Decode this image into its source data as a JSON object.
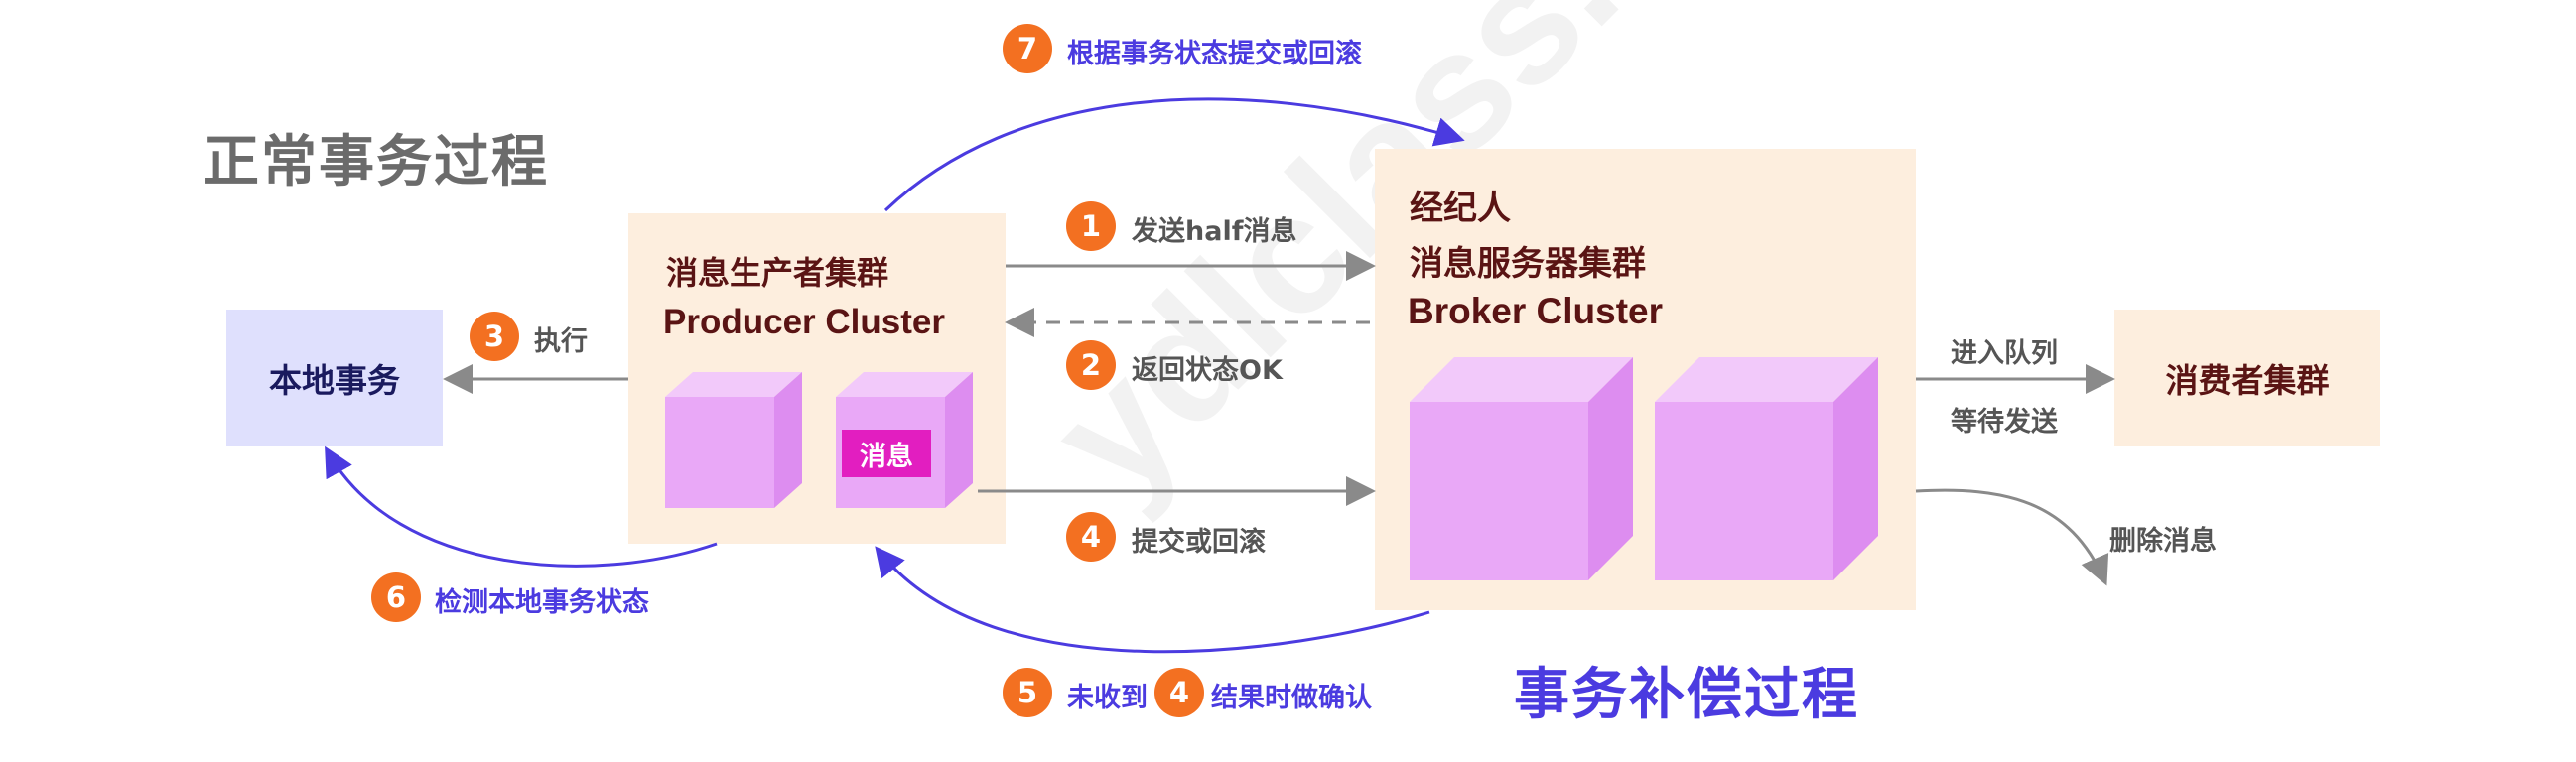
{
  "titles": {
    "normal": "正常事务过程",
    "compensation": "事务补偿过程"
  },
  "nodes": {
    "local_tx": "本地事务",
    "producer": {
      "line1": "消息生产者集群",
      "line2": "Producer Cluster"
    },
    "broker": {
      "line1": "经纪人",
      "line2": "消息服务器集群",
      "line3": "Broker Cluster"
    },
    "consumer": "消费者集群",
    "message_tag": "消息"
  },
  "steps": {
    "s1": {
      "num": "1",
      "label": "发送half消息"
    },
    "s2": {
      "num": "2",
      "label": "返回状态OK"
    },
    "s3": {
      "num": "3",
      "label": "执行"
    },
    "s4": {
      "num": "4",
      "label": "提交或回滚"
    },
    "s5": {
      "num": "5",
      "label": "未收到"
    },
    "s5b": {
      "num": "4",
      "label": "结果时做确认"
    },
    "s6": {
      "num": "6",
      "label": "检测本地事务状态"
    },
    "s7": {
      "num": "7",
      "label": "根据事务状态提交或回滚"
    }
  },
  "consumer_flow": {
    "enter_queue": "进入队列",
    "wait_send": "等待发送",
    "delete_msg": "删除消息"
  },
  "watermark": "ydlclass.com",
  "colors": {
    "box_fill": "#fdeede",
    "local_fill": "#dfe0fd",
    "cube_front": "#e9a8f7",
    "cube_top": "#f2c9fa",
    "cube_side": "#dd8df0",
    "badge": "#f37021",
    "blue_arrow": "#4b3be0",
    "gray_arrow": "#8a8a8a",
    "message_tag": "#e21ec0"
  }
}
